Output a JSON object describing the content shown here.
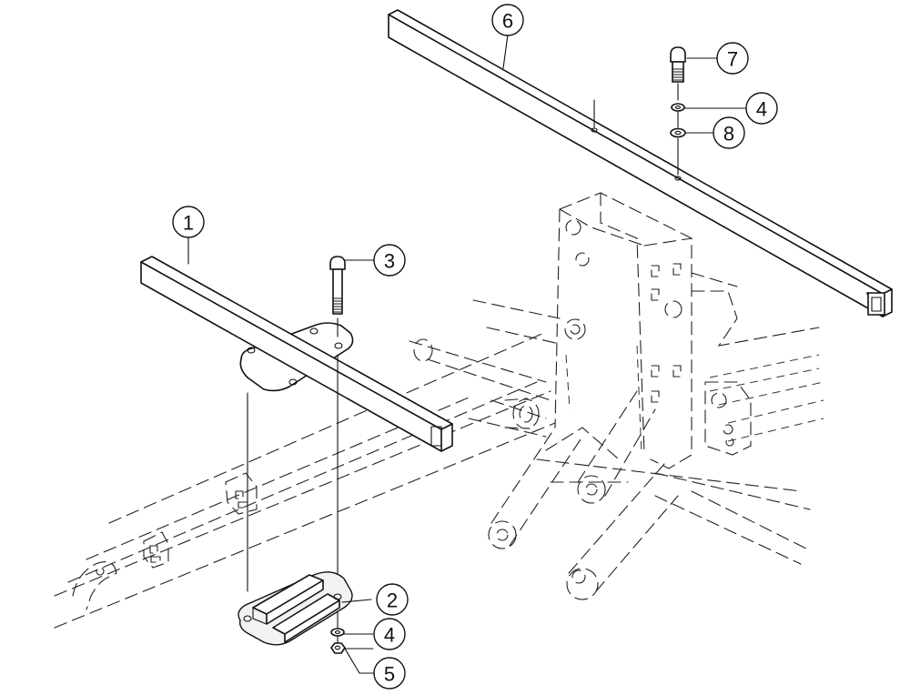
{
  "callouts": [
    {
      "id": "1",
      "label": "1"
    },
    {
      "id": "2",
      "label": "2"
    },
    {
      "id": "3",
      "label": "3"
    },
    {
      "id": "4a",
      "label": "4"
    },
    {
      "id": "5",
      "label": "5"
    },
    {
      "id": "6",
      "label": "6"
    },
    {
      "id": "7",
      "label": "7"
    },
    {
      "id": "4b",
      "label": "4"
    },
    {
      "id": "8",
      "label": "8"
    }
  ]
}
